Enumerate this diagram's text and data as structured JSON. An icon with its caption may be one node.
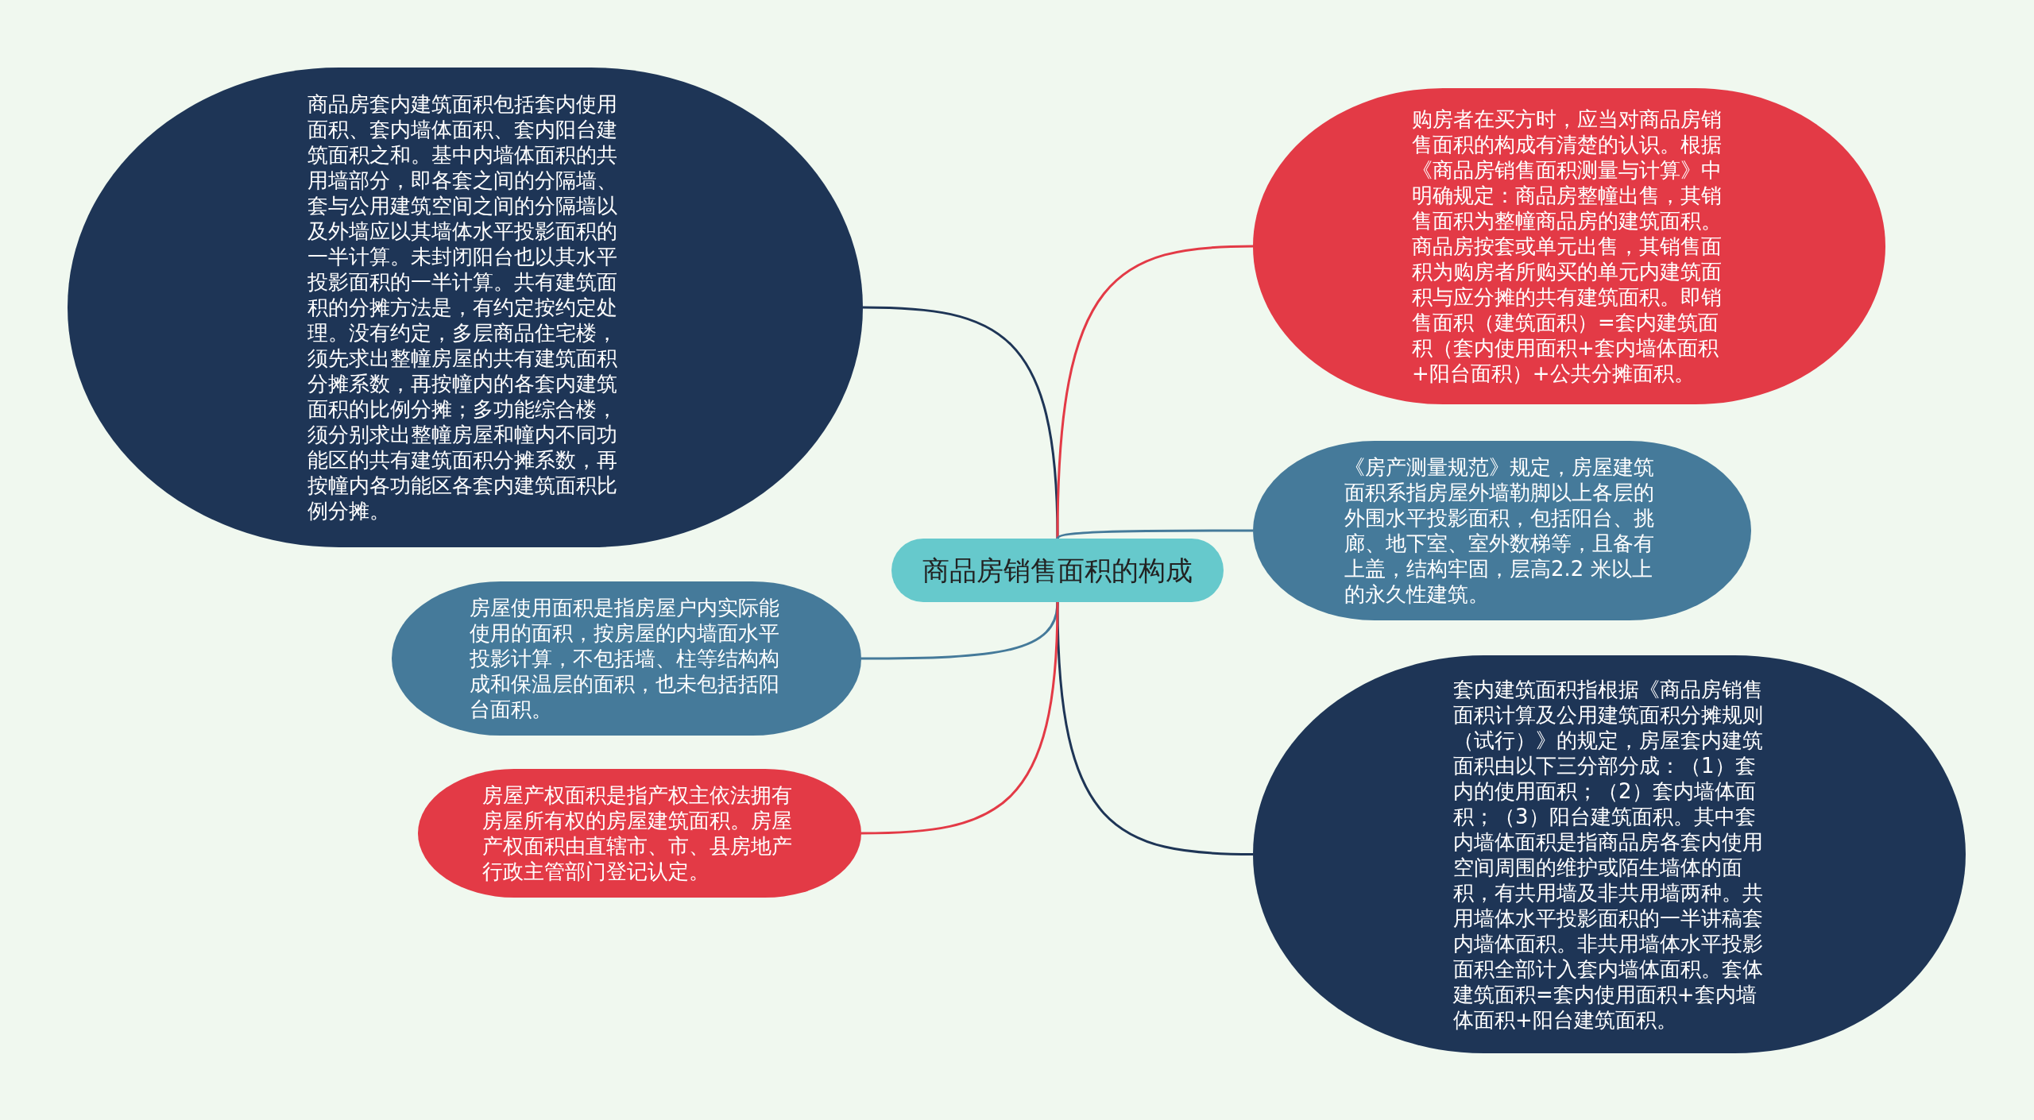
{
  "diagram": {
    "nodes": [
      {
        "text": [
          "商品房销售面积的构成"
        ]
      },
      {
        "text": [
          "商品房套内建筑面积包括套内使用面积、套内墙体面积、套内阳台建筑面积之和。基中内墙体面积的共用墙部分，即各套之间的分隔墙、套与公用建筑空间之间的分隔墙以及外墙应以其墙体水平投影面积的一半计算。未封闭阳台也以其水平投影面积的一半计算。共有建筑面积的分摊方法是，有约定按约定处理。没有约定，多层商品住宅楼，须先求出整幢房屋的共有建筑面积分摊系数，再按幢内的各套内建筑面积的比例分摊；多功能综合楼，须分别求出整幢房屋和幢内不同功能区的共有建筑面积分摊系数，再按幢内各功能区各套内建筑面积比例分摊。"
        ]
      },
      {
        "text": [
          "购房者在买方时，应当对商品房销售面积的构成有清楚的认识。根据《商品房销售面积测量与计算》中明确规定：商品房整幢出售，其销售面积为整幢商品房的建筑面积。商品房按套或单元出售，其销售面积为购房者所购买的单元内建筑面积与应分摊的共有建筑面积。即销售面积（建筑面积）=套内建筑面积（套内使用面积+套内墙体面积+阳台面积）+公共分摊面积。"
        ]
      },
      {
        "text": [
          "《房产测量规范》规定，房屋建筑面积系指房屋外墙勒脚以上各层的外围水平投影面积，包括阳台、挑廊、地下室、室外数梯等，且备有上盖，结构牢固，层高2.2 米以上的永久性建筑。"
        ]
      },
      {
        "text": [
          "房屋使用面积是指房屋户内实际能使用的面积，按房屋的内墙面水平投影计算，不包括墙、柱等结构构成和保温层的面积，也未包括括阳台面积。"
        ]
      },
      {
        "text": [
          "套内建筑面积指根据《商品房销售面积计算及公用建筑面积分摊规则（试行）》的规定，房屋套内建筑面积由以下三分部分成：（1）套内的使用面积；（2）套内墙体面积；（3）阳台建筑面积。其中套内墙体面积是指商品房各套内使用空间周围的维护或陌生墙体的面积，有共用墙及非共用墙两种。共用墙体水平投影面积的一半讲稿套内墙体面积。非共用墙体水平投影面积全部计入套内墙体面积。套体建筑面积=套内使用面积+套内墙体面积+阳台建筑面积。"
        ]
      },
      {
        "text": [
          "房屋产权面积是指产权主依法拥有房屋所有权的房屋建筑面积。房屋产权面积由直辖市、市、县房地产行政主管部门登记认定。"
        ]
      }
    ],
    "edges": [
      {
        "from": 0,
        "to": 1,
        "arrow": "none",
        "color": "#1e3556"
      },
      {
        "from": 0,
        "to": 2,
        "arrow": "none",
        "color": "#e33a46"
      },
      {
        "from": 0,
        "to": 3,
        "arrow": "none",
        "color": "#457a9a"
      },
      {
        "from": 0,
        "to": 4,
        "arrow": "none",
        "color": "#457a9a"
      },
      {
        "from": 0,
        "to": 5,
        "arrow": "none",
        "color": "#1e3556"
      },
      {
        "from": 0,
        "to": 6,
        "arrow": "none",
        "color": "#e33a46"
      }
    ]
  }
}
